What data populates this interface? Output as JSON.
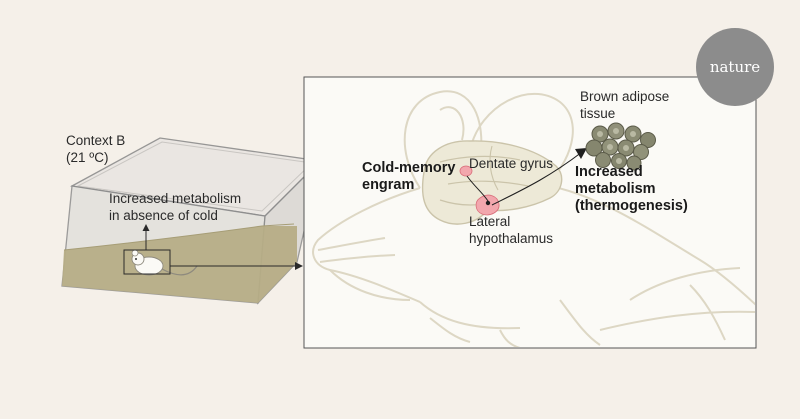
{
  "labels": {
    "context_title": "Context B",
    "context_temp": "(21 ºC)",
    "metabolism_line1": "Increased metabolism",
    "metabolism_line2": "in absence of cold",
    "engram_line1": "Cold-memory",
    "engram_line2": "engram",
    "dentate_gyrus": "Dentate gyrus",
    "lateral_line1": "Lateral",
    "lateral_line2": "hypothalamus",
    "bat_line1": "Brown adipose",
    "bat_line2": "tissue",
    "thermo_line1": "Increased",
    "thermo_line2": "metabolism",
    "thermo_line3": "(thermogenesis)"
  },
  "branding": {
    "logo_text": "nature"
  },
  "colors": {
    "background": "#f5f0e9",
    "bedding": "#b6ad86",
    "brain_region": "#f2a7ad",
    "adipose": "#8a8b73",
    "mouse_outline": "#ddd7c4",
    "badge": "#8c8c8c"
  }
}
